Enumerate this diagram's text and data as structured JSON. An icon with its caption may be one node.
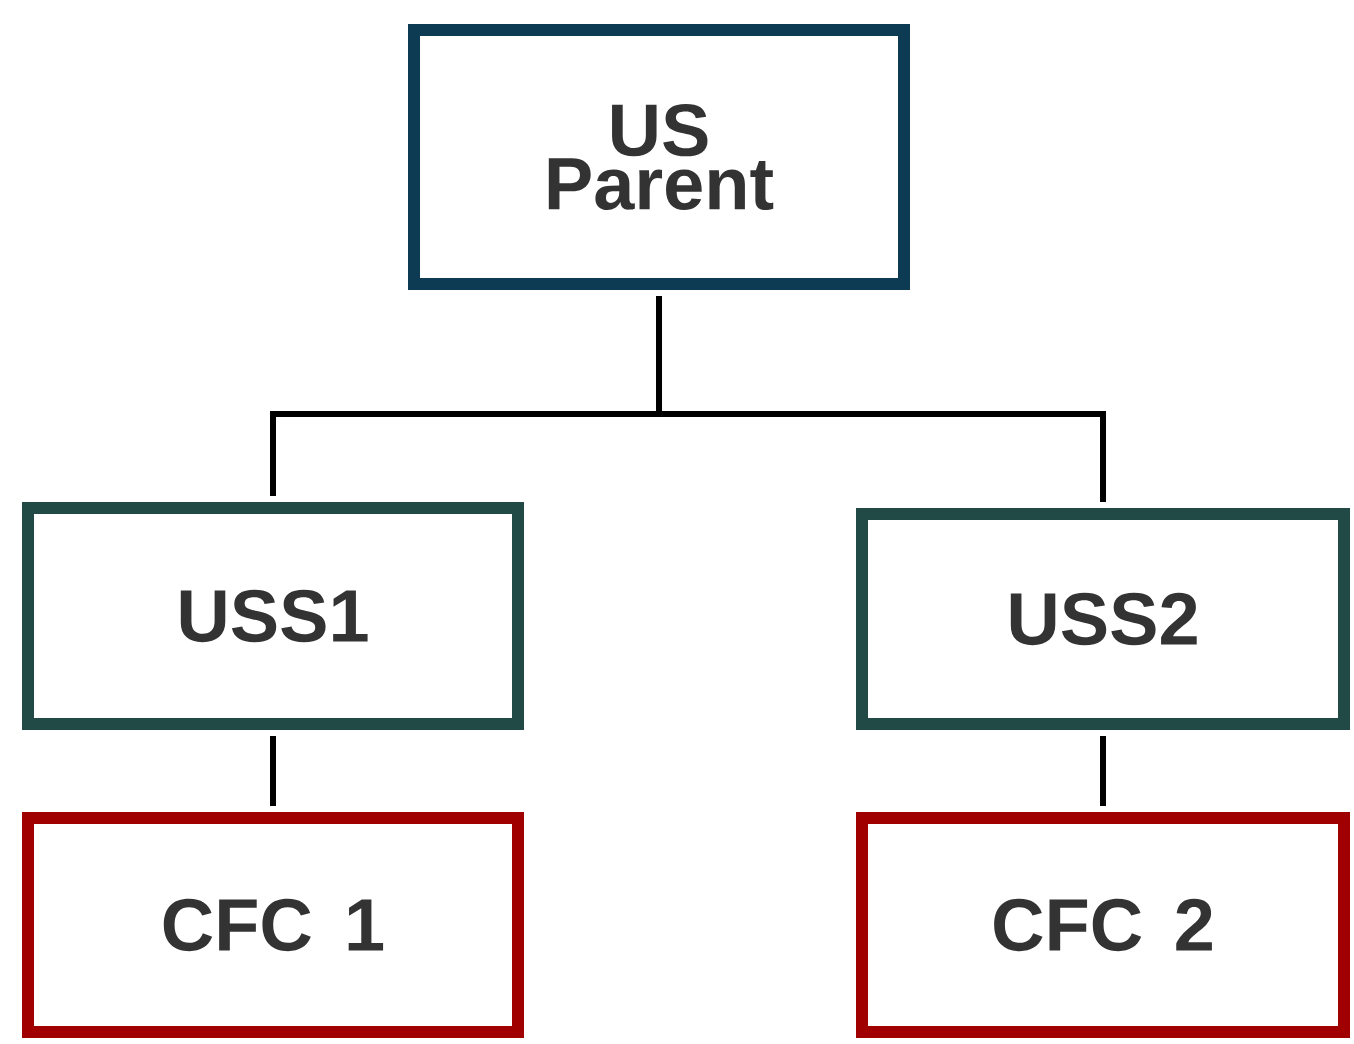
{
  "diagram": {
    "nodes": [
      {
        "text": [
          "US Parent"
        ]
      },
      {
        "text": [
          "USS1"
        ]
      },
      {
        "text": [
          "USS2"
        ]
      },
      {
        "text": [
          "CFC 1"
        ]
      },
      {
        "text": [
          "CFC 2"
        ]
      }
    ],
    "edges": [
      {
        "from": 0,
        "to": 1,
        "arrow": "none"
      },
      {
        "from": 0,
        "to": 2,
        "arrow": "none"
      },
      {
        "from": 1,
        "to": 3,
        "arrow": "none"
      },
      {
        "from": 2,
        "to": 4,
        "arrow": "none"
      }
    ]
  }
}
